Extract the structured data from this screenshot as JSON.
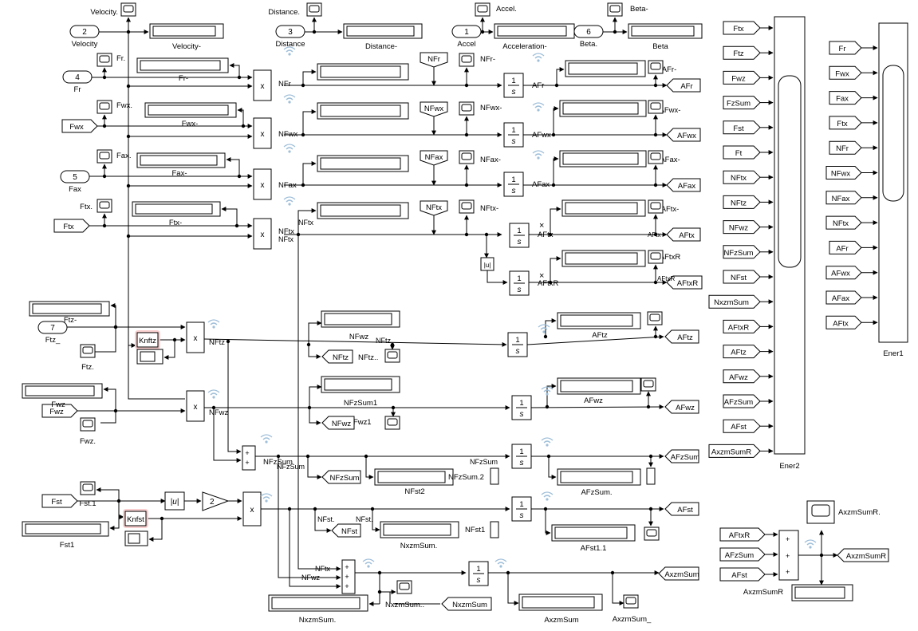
{
  "inports": [
    {
      "num": "2",
      "label": "Velocity"
    },
    {
      "num": "3",
      "label": "Distance"
    },
    {
      "num": "1",
      "label": "Accel"
    },
    {
      "num": "6",
      "label": "Beta."
    },
    {
      "num": "4",
      "label": "Fr"
    },
    {
      "num": "5",
      "label": "Fax"
    },
    {
      "num": "7",
      "label": "Ftz_"
    }
  ],
  "from_tags": [
    "Fwx",
    "Ftx",
    "Fwz",
    "Fst"
  ],
  "scopes": [
    "Velocity.",
    "Distance.",
    "Accel.",
    "Beta-",
    "Fr.",
    "Fwx.",
    "Fax.",
    "Ftx.",
    "NFr-",
    "NFwx-",
    "NFax-",
    "NFtx-",
    "AFr-",
    "AFwx-",
    "AFax-",
    "AFtx-",
    "AFtxR",
    "Ftz.",
    "NFtz..",
    "Fwz.",
    "NFwz..1",
    "Fst.1",
    "AxzmSumR.",
    "NxzmSum..",
    "AxzmSum_"
  ],
  "displays": [
    "Velocity-",
    "Distance-",
    "Acceleration-",
    "Beta",
    "Fr-",
    "Fwx-",
    "Fax-",
    "Ftx-",
    "Ftz-",
    "Fwz",
    "Fst1",
    "NFtz",
    "NFwz",
    "NFzSum1",
    "NFst2",
    "NxzmSum.",
    "AFtz",
    "AFwz",
    "AFzSum.",
    "AFst1.1",
    "AxzmSum",
    "AxzmSumR"
  ],
  "gotos": [
    "AFr",
    "AFwx",
    "AFax",
    "AFtx",
    "AFtxR",
    "AFtz",
    "AFwz",
    "AFzSum",
    "AFst",
    "AxzmSum",
    "AxzmSumR",
    "NFtz",
    "NFwz",
    "NFzSum",
    "NFst",
    "NxzmSum"
  ],
  "froms_nf": [
    "NFr",
    "NFwx",
    "NFax",
    "NFtx"
  ],
  "ener2_inputs": [
    "Ftx",
    "Ftz",
    "Fwz",
    "FzSum",
    "Fst",
    "Ft",
    "NFtx",
    "NFtz",
    "NFwz",
    "NFzSum",
    "NFst",
    "NxzmSum",
    "AFtxR",
    "AFtz",
    "AFwz",
    "AFzSum",
    "AFst",
    "AxzmSumR"
  ],
  "ener1_inputs": [
    "Fr",
    "Fwx",
    "Fax",
    "Ftx",
    "NFr",
    "NFwx",
    "NFax",
    "NFtx",
    "AFr",
    "AFwx",
    "AFax",
    "AFtx"
  ],
  "ener_labels": {
    "ener2": "Ener2",
    "ener1": "Ener1"
  },
  "gains": [
    "Knftz",
    "Knfst",
    "2"
  ],
  "signals": [
    "NFr",
    "NFwx",
    "NFax",
    "NFtx",
    "NFtx",
    "NFtz",
    "NFwz",
    "NFzSum",
    "NFzSum",
    "NFst.",
    "NFst.",
    "NFtx",
    "NFzSum",
    "AFr",
    "AFwx",
    "AFax",
    "AFtx",
    "AFtxR",
    "AFtz",
    "NFtz",
    "NFwz",
    "NFzSum"
  ],
  "misc": {
    "mult": "x",
    "abs": "|u|",
    "int_num": "1",
    "int_den": "s",
    "plus": "+",
    "sum_block": "AxzmSumR",
    "nfzsum2": "NFzSum.2",
    "nfst1": "NFst1"
  },
  "sum_inputs": [
    "AFtxR",
    "AFzSum",
    "AFst"
  ]
}
